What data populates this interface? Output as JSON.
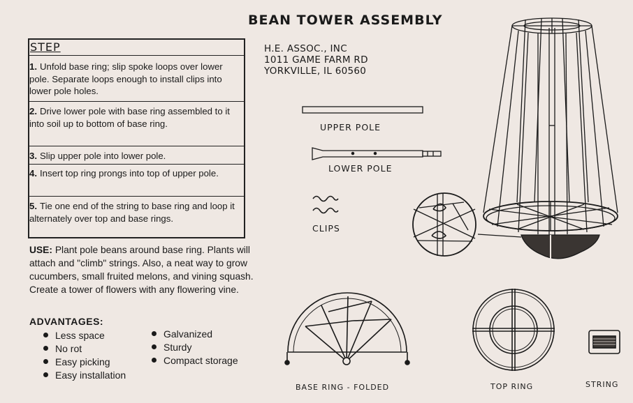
{
  "title": "BEAN TOWER ASSEMBLY",
  "address": [
    "H.E. ASSOC., INC",
    "1011 GAME FARM RD",
    "YORKVILLE, IL 60560"
  ],
  "steps": {
    "heading": "STEP",
    "items": [
      {
        "num": "1.",
        "text": "Unfold base ring; slip spoke loops over lower pole. Separate loops enough to install clips into lower pole holes."
      },
      {
        "num": "2.",
        "text": "Drive lower pole with base ring assembled to it into soil up to bottom of base ring."
      },
      {
        "num": "3.",
        "text": "Slip upper pole into lower pole."
      },
      {
        "num": "4.",
        "text": "Insert top ring prongs into top of upper pole."
      },
      {
        "num": "5.",
        "text": "Tie one end of the string to base ring and loop it alternately over top and base rings."
      }
    ]
  },
  "use": {
    "label": "USE:",
    "text": "Plant pole beans around base ring. Plants will attach and \"climb\" strings. Also, a neat way to grow cucumbers, small fruited melons, and vining squash. Create a tower of flowers with any flowering vine."
  },
  "advantages": {
    "heading": "ADVANTAGES:",
    "col1": [
      "Less space",
      "No rot",
      "Easy picking",
      "Easy installation"
    ],
    "col2": [
      "Galvanized",
      "Sturdy",
      "Compact storage"
    ]
  },
  "labels": {
    "upper_pole": "UPPER POLE",
    "lower_pole": "LOWER POLE",
    "clips": "CLIPS",
    "base_ring_folded": "BASE RING - FOLDED",
    "top_ring": "TOP RING",
    "string": "STRING"
  }
}
